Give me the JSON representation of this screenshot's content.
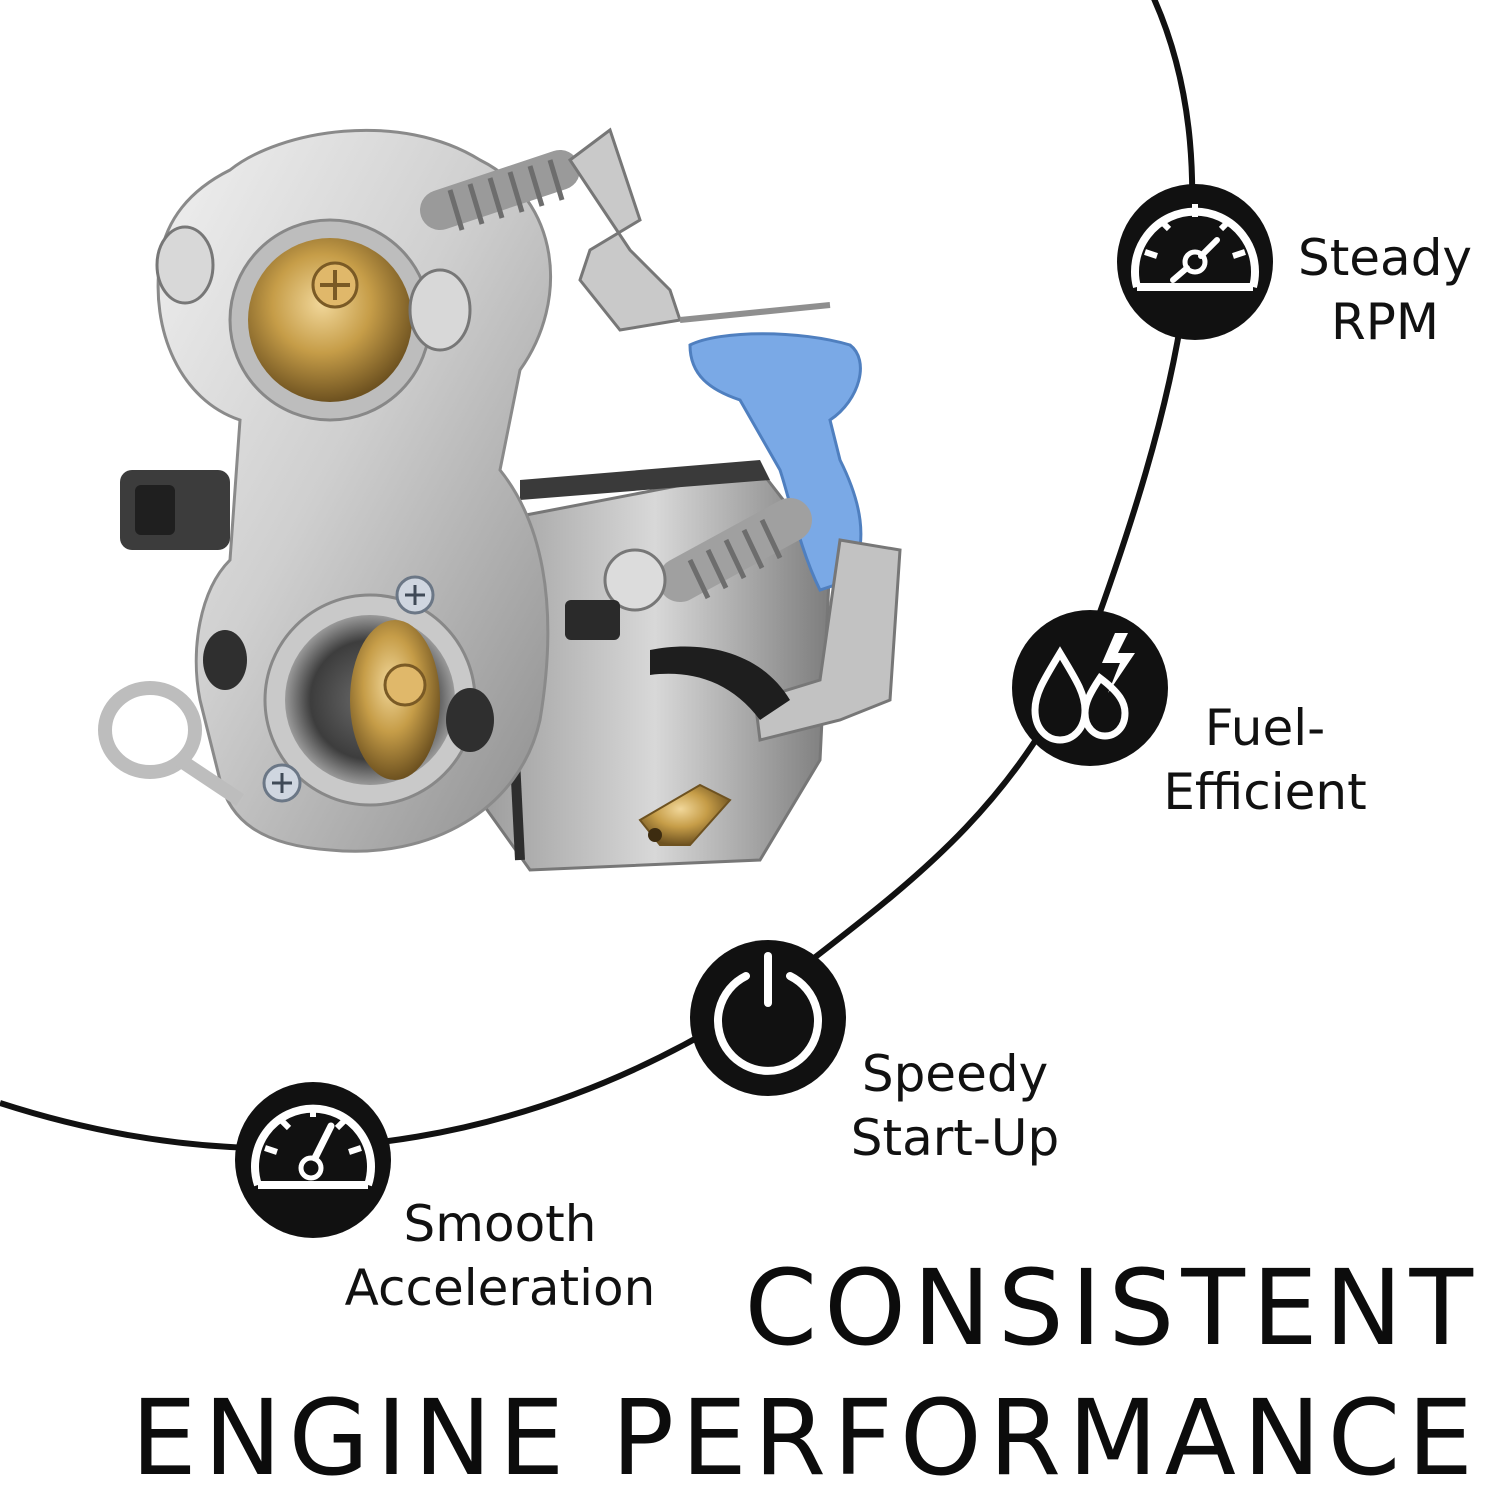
{
  "features": {
    "steady_rpm": {
      "line1": "Steady",
      "line2": "RPM",
      "icon": "tachometer-icon"
    },
    "fuel_efficient": {
      "line1": "Fuel-",
      "line2": "Efficient",
      "icon": "fuel-drops-icon"
    },
    "speedy_startup": {
      "line1": "Speedy",
      "line2": "Start-Up",
      "icon": "power-icon"
    },
    "smooth_acceleration": {
      "line1": "Smooth",
      "line2": "Acceleration",
      "icon": "speedometer-icon"
    }
  },
  "headline": {
    "line1": "CONSISTENT",
    "line2": "ENGINE PERFORMANCE"
  },
  "colors": {
    "text": "#111111",
    "icon_fill": "#111111",
    "curve": "#111111",
    "lever_blue": "#7aa9e6",
    "brass": "#b8913e"
  }
}
